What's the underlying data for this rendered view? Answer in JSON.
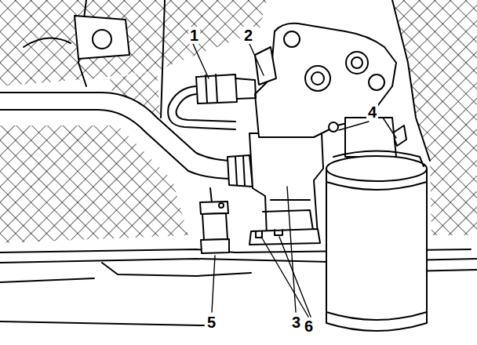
{
  "diagram": {
    "labels": [
      "1",
      "2",
      "4",
      "5",
      "3",
      "6"
    ]
  }
}
